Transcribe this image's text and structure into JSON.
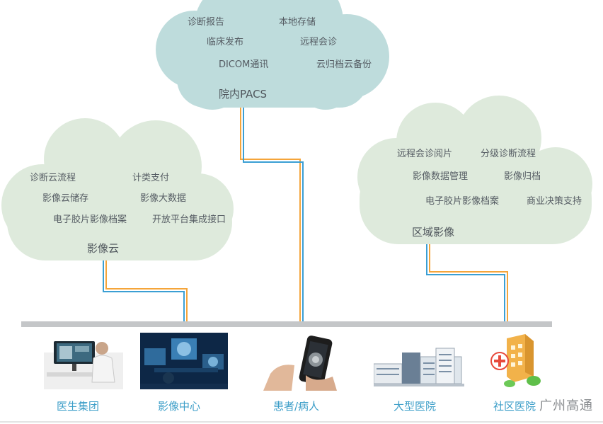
{
  "clouds": {
    "top": {
      "title": "院内PACS",
      "items": [
        "诊断报告",
        "本地存储",
        "临床发布",
        "远程会诊",
        "DICOM通讯",
        "云归档云备份"
      ]
    },
    "left": {
      "title": "影像云",
      "items": [
        "诊断云流程",
        "计类支付",
        "影像云储存",
        "影像大数据",
        "电子胶片影像档案",
        "开放平台集成接口"
      ]
    },
    "right": {
      "title": "区域影像",
      "items": [
        "远程会诊阅片",
        "分级诊断流程",
        "影像数据管理",
        "影像归档",
        "电子胶片影像档案",
        "商业决策支持"
      ]
    }
  },
  "nodes": [
    {
      "label": "医生集团",
      "icon": "doctor-workstation-icon"
    },
    {
      "label": "影像中心",
      "icon": "imaging-center-icon"
    },
    {
      "label": "患者/病人",
      "icon": "smartphone-scan-icon"
    },
    {
      "label": "大型医院",
      "icon": "large-hospital-icon"
    },
    {
      "label": "社区医院",
      "icon": "community-hospital-icon"
    }
  ],
  "watermark": "广州高通",
  "colors": {
    "cloud_top": "#bedcdc",
    "cloud_side": "#deeadc",
    "line_blue": "#3b9fd4",
    "line_orange": "#f5a53a",
    "bus": "#c4c6c8",
    "label": "#3c9ec8"
  }
}
